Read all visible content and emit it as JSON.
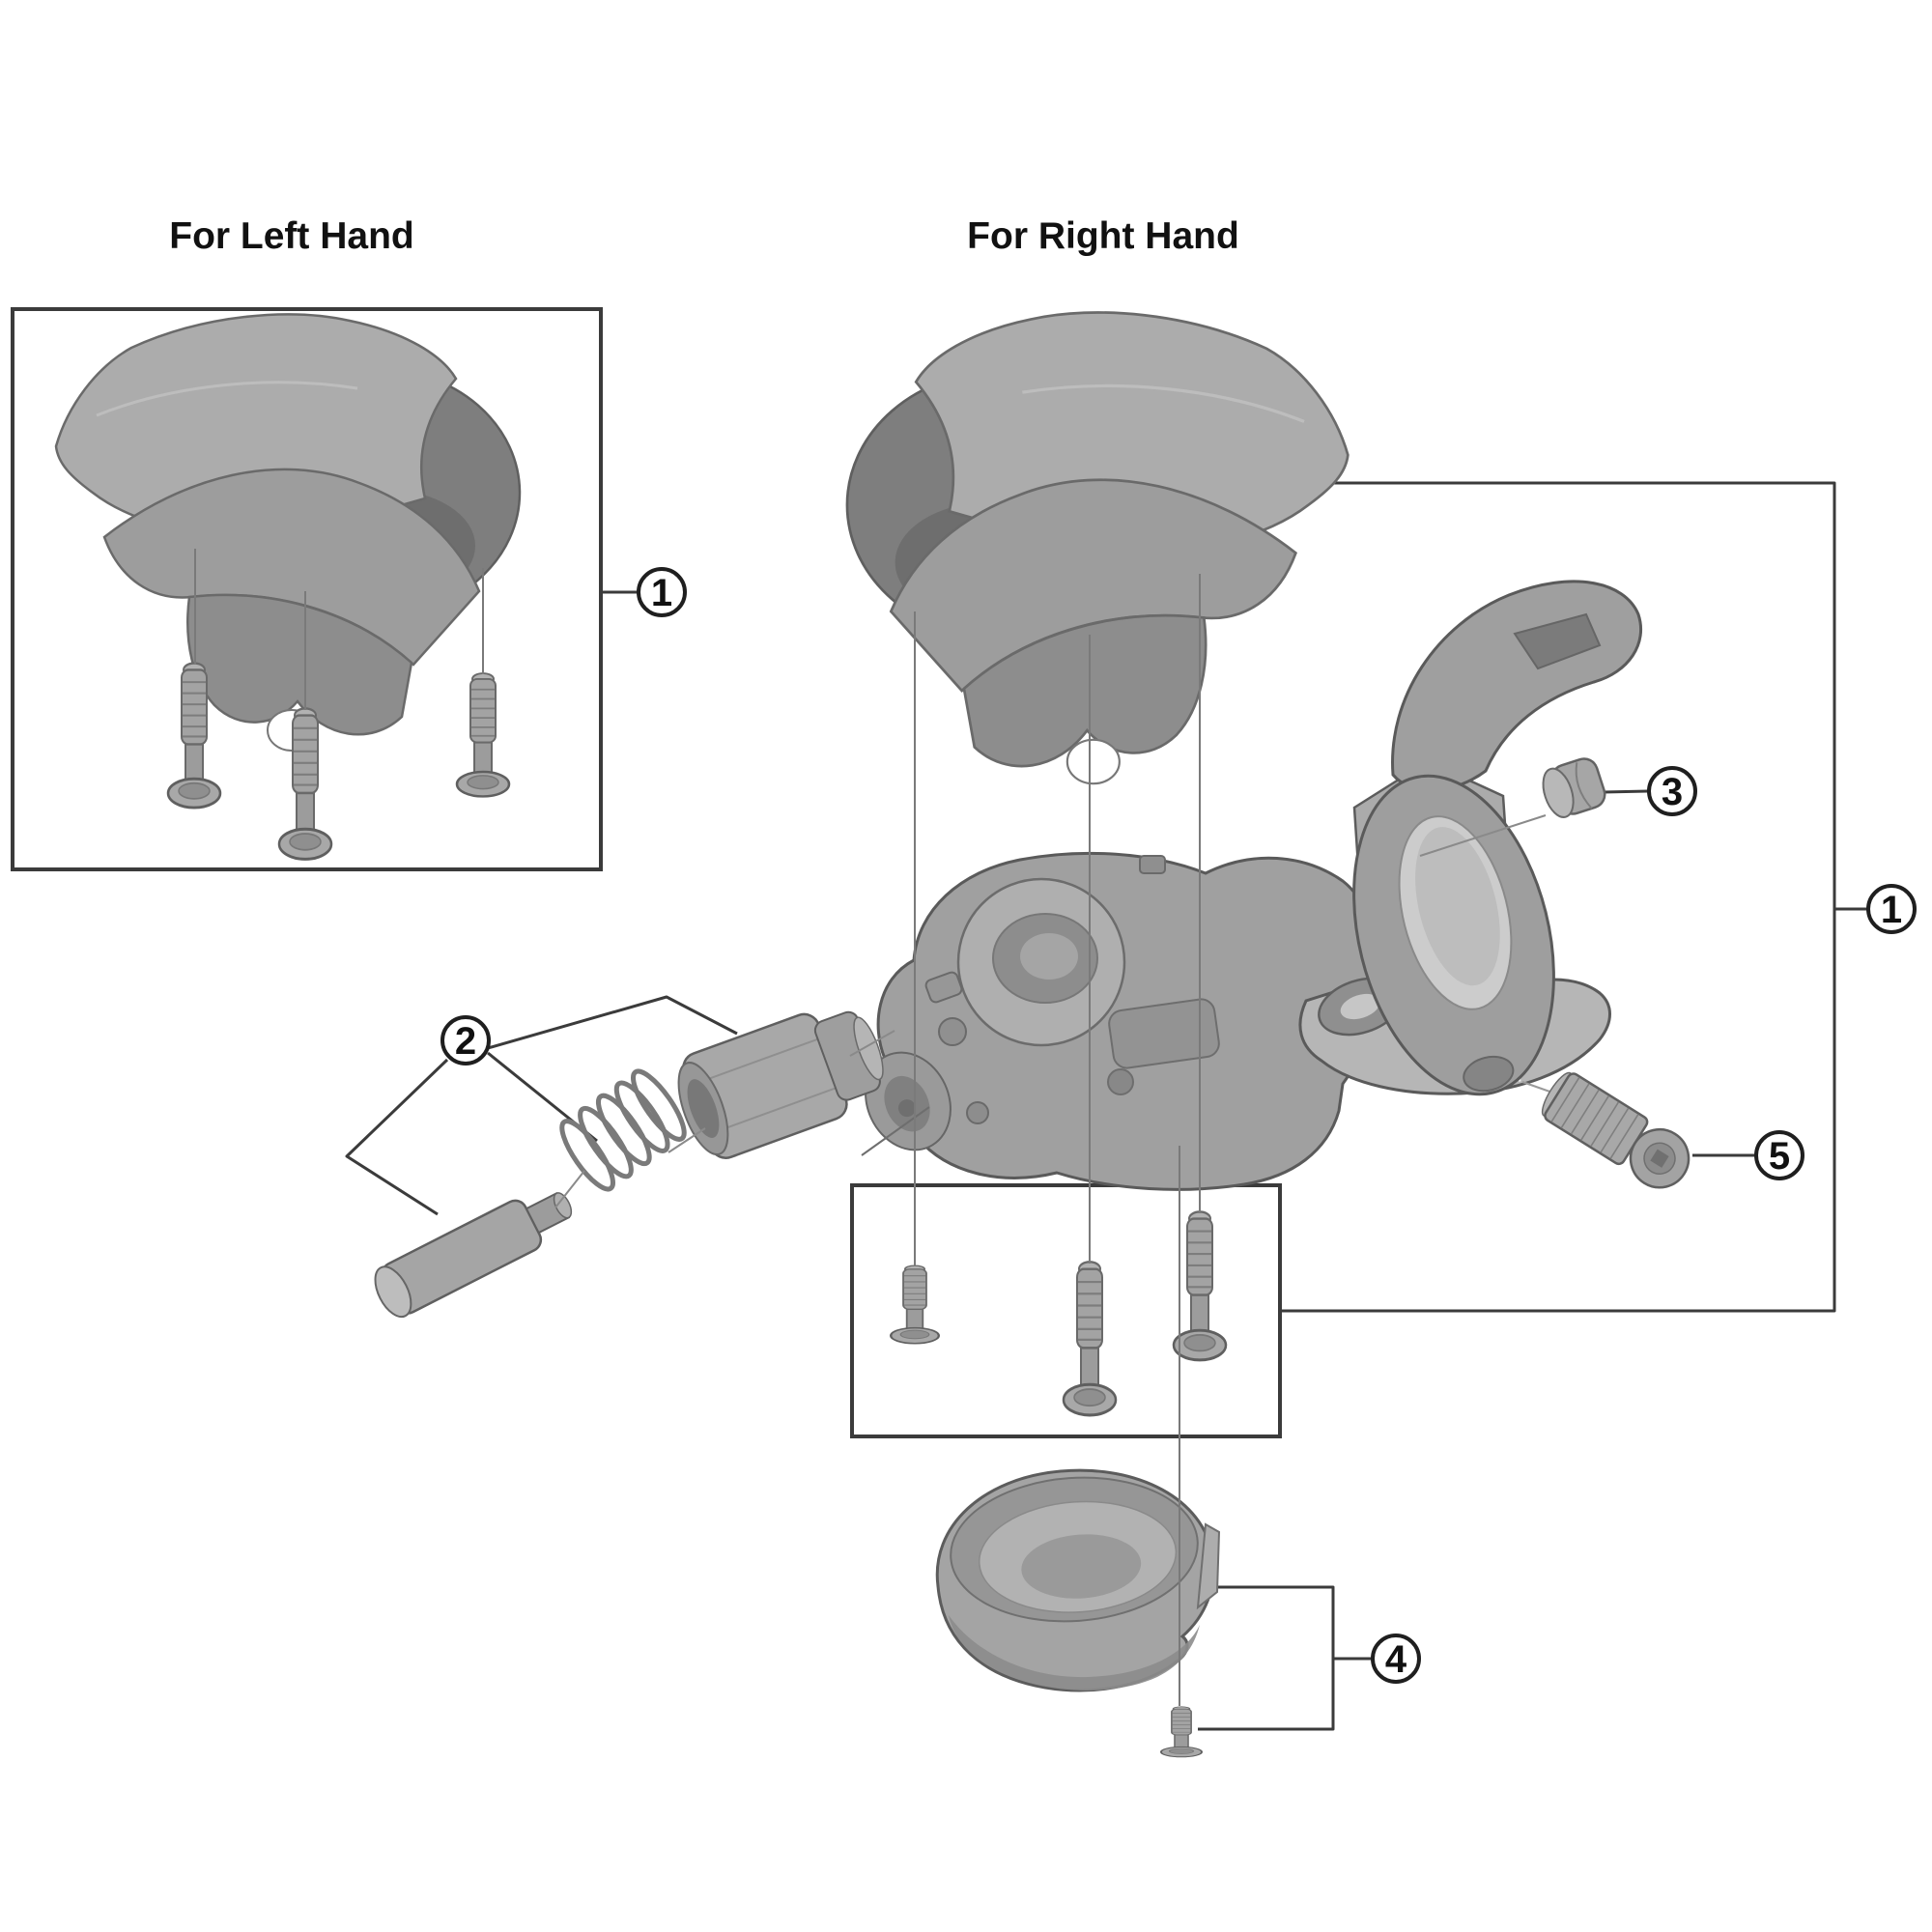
{
  "diagram": {
    "left_section_title": "For Left Hand",
    "right_section_title": "For Right Hand"
  },
  "callouts": {
    "left_cover_assembly": "1",
    "cable_adjuster_unit": "2",
    "end_cap_plug": "3",
    "right_cover_assembly": "1",
    "base_cover_unit": "4",
    "clamp_bolt": "5"
  },
  "palette": {
    "background": "#ffffff",
    "line_art": "#3b3b3b",
    "leader_line": "#7a7a7a",
    "part_light": "#acacac",
    "part_mid": "#9c9c9c",
    "part_dark": "#7d7d7d",
    "text": "#111111"
  }
}
